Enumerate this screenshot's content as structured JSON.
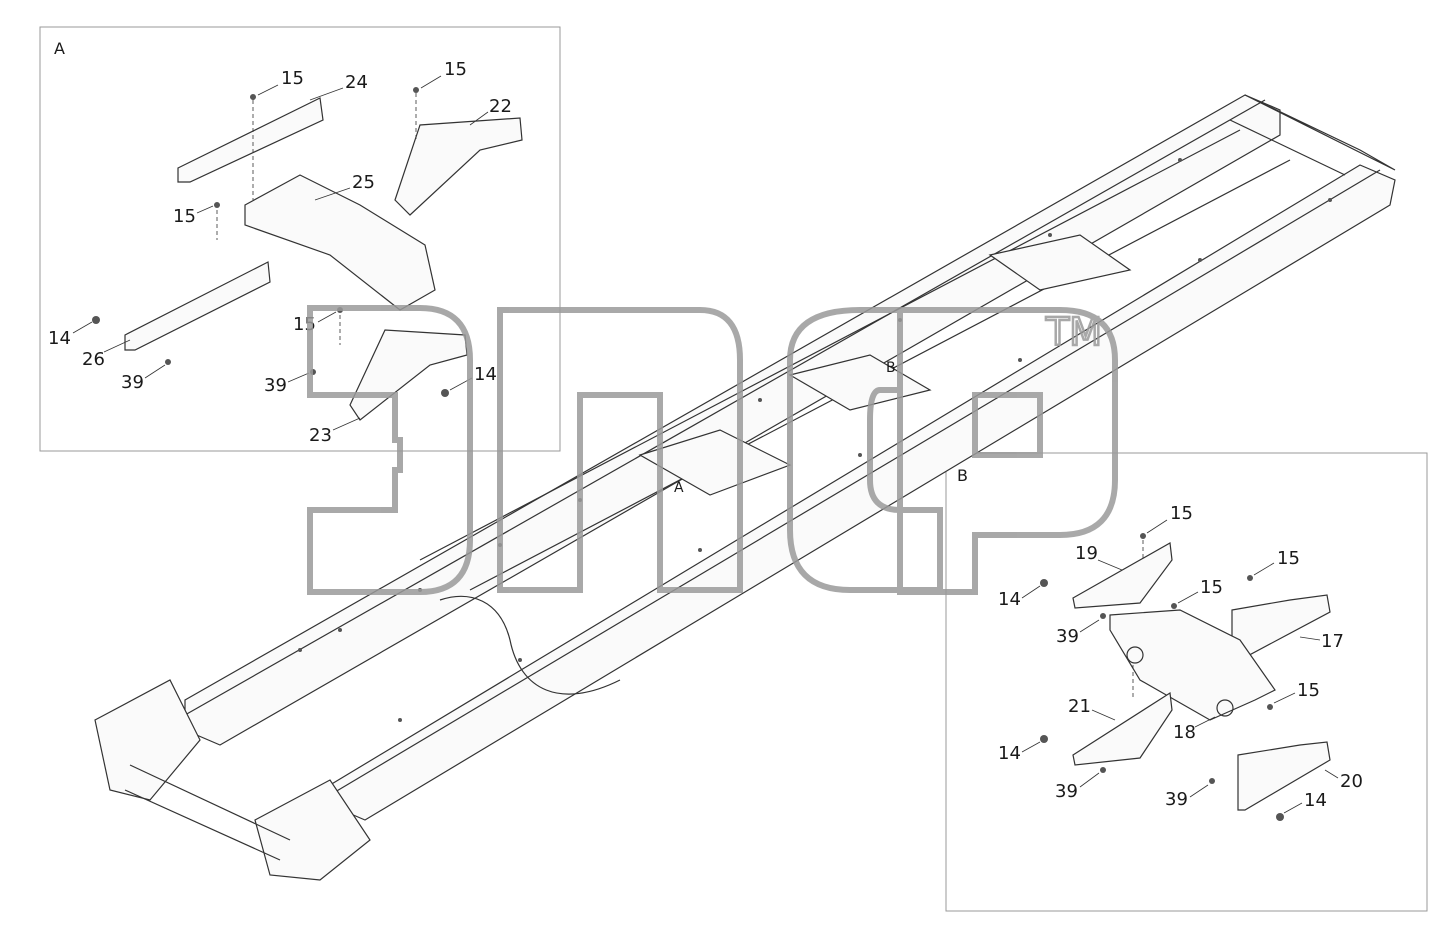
{
  "view_a": {
    "title": "A",
    "callouts": [
      {
        "id": "a-15-1",
        "text": "15"
      },
      {
        "id": "a-24",
        "text": "24"
      },
      {
        "id": "a-15-2",
        "text": "15"
      },
      {
        "id": "a-22",
        "text": "22"
      },
      {
        "id": "a-25",
        "text": "25"
      },
      {
        "id": "a-15-3",
        "text": "15"
      },
      {
        "id": "a-15-4",
        "text": "15"
      },
      {
        "id": "a-14-1",
        "text": "14"
      },
      {
        "id": "a-26",
        "text": "26"
      },
      {
        "id": "a-39-1",
        "text": "39"
      },
      {
        "id": "a-39-2",
        "text": "39"
      },
      {
        "id": "a-14-2",
        "text": "14"
      },
      {
        "id": "a-23",
        "text": "23"
      }
    ]
  },
  "view_b": {
    "title": "B",
    "callouts": [
      {
        "id": "b-15-1",
        "text": "15"
      },
      {
        "id": "b-19",
        "text": "19"
      },
      {
        "id": "b-15-2",
        "text": "15"
      },
      {
        "id": "b-15-3",
        "text": "15"
      },
      {
        "id": "b-14-1",
        "text": "14"
      },
      {
        "id": "b-39-1",
        "text": "39"
      },
      {
        "id": "b-17",
        "text": "17"
      },
      {
        "id": "b-15-4",
        "text": "15"
      },
      {
        "id": "b-21",
        "text": "21"
      },
      {
        "id": "b-18",
        "text": "18"
      },
      {
        "id": "b-14-2",
        "text": "14"
      },
      {
        "id": "b-20",
        "text": "20"
      },
      {
        "id": "b-39-2",
        "text": "39"
      },
      {
        "id": "b-39-3",
        "text": "39"
      },
      {
        "id": "b-14-3",
        "text": "14"
      }
    ]
  },
  "main": {
    "marker_a": "A",
    "marker_b": "B"
  },
  "watermark": {
    "trademark": "TM"
  }
}
